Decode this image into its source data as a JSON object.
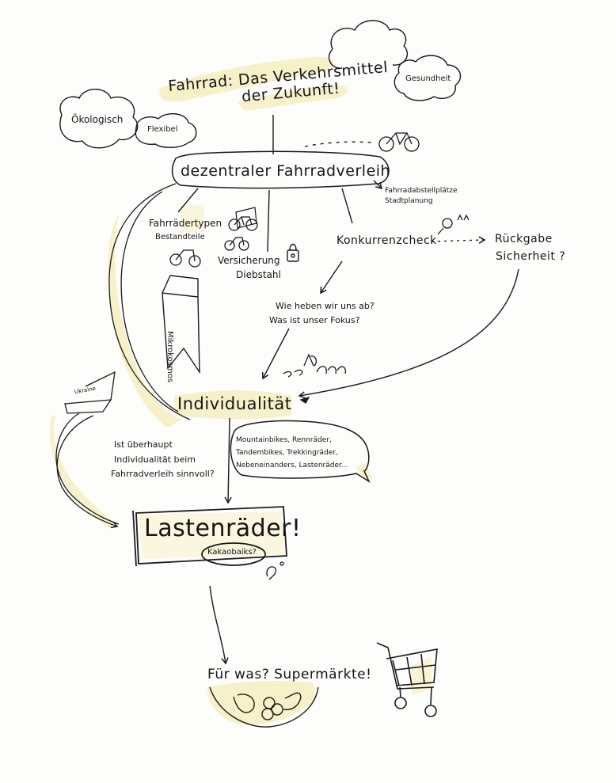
{
  "title": {
    "line1": "Fahrrad: Das Verkehrsmittel",
    "line2": "der Zukunft!"
  },
  "clouds": {
    "oekologisch": "Ökologisch",
    "flexibel": "Flexibel",
    "gesundheit": "Gesundheit"
  },
  "central": {
    "title": "dezentraler Fahrradverleih",
    "side_note_line1": "Fahrradabstellplätze",
    "side_note_line2": "Stadtplanung"
  },
  "branches": {
    "types_line1": "Fahrrädertypen",
    "types_line2": "Bestandteile",
    "insurance_line1": "Versicherung",
    "insurance_line2": "Diebstahl",
    "competition": "Konkurrenzcheck",
    "return_line1": "Rückgabe",
    "return_line2": "Sicherheit ?"
  },
  "banners": {
    "mikro": "Mikrokosmos",
    "ukraine": "Ukraine"
  },
  "questions": {
    "q1": "Wie heben wir uns ab?",
    "q2": "Was ist unser Fokus?"
  },
  "individuality": {
    "title": "Individualität",
    "q_line1": "Ist überhaupt",
    "q_line2": "Individualität beim",
    "q_line3": "Fahrradverleih sinnvoll?"
  },
  "bubble": {
    "line1": "Mountainbikes, Rennräder,",
    "line2": "Tandembikes, Trekkingräder,",
    "line3": "Nebeneinanders, Lastenräder..."
  },
  "cargo": {
    "title": "Lastenräder!",
    "sub": "Kakaobaiks?"
  },
  "bottom": {
    "text": "Für was? Supermärkte!"
  },
  "colors": {
    "highlight": "#f7f1c9",
    "ink": "#1a1a1a"
  }
}
